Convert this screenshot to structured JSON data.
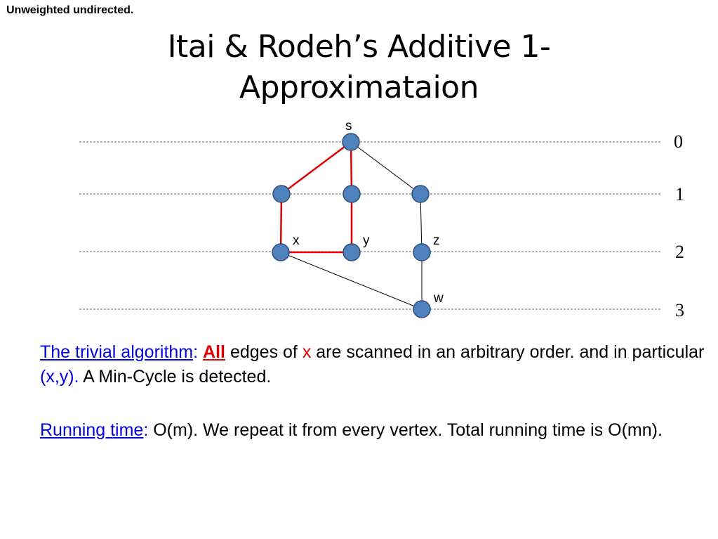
{
  "corner_note": "Unweighted undirected.",
  "title_line1": "Itai & Rodeh’s Additive 1-",
  "title_line2": "Approximataion",
  "graph": {
    "levels": [
      "0",
      "1",
      "2",
      "3"
    ],
    "node_labels": {
      "s": "s",
      "x": "x",
      "y": "y",
      "z": "z",
      "w": "w"
    },
    "colors": {
      "node": "#4f81bd",
      "highlight_edge": "#e00000",
      "edge": "#000000"
    }
  },
  "para1": {
    "link": "The trivial algorithm",
    "colon": ":",
    "all": "All",
    "t1": "edges of",
    "x": "x",
    "t2": "are scanned in an arbitrary order. and in particular",
    "xy": "(x,y).",
    "t3": "A Min-Cycle is detected."
  },
  "para2": {
    "link": "Running time",
    "colon": ":",
    "text": "O(m). We repeat it from every vertex. Total running time is O(mn)."
  }
}
